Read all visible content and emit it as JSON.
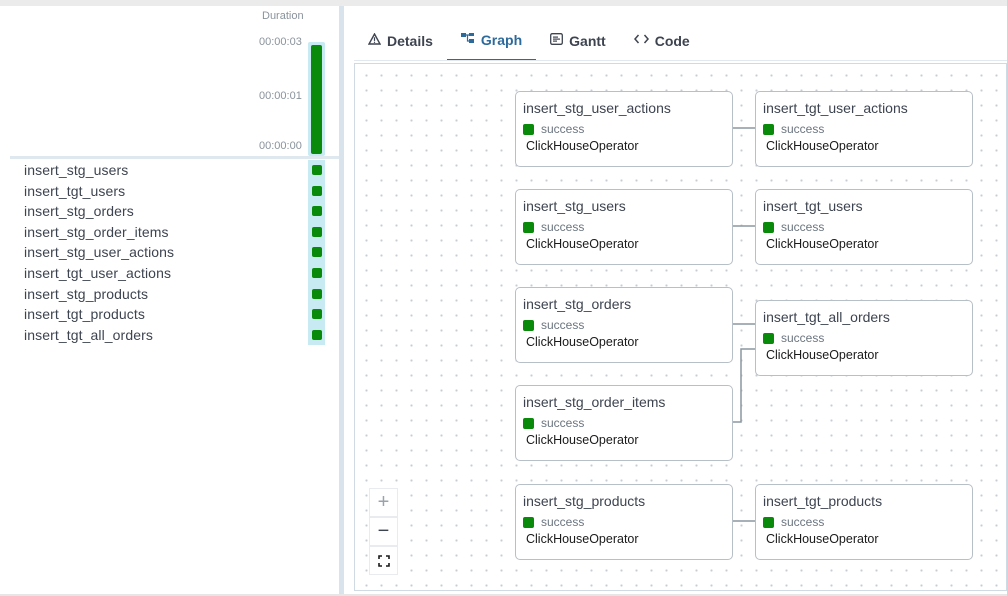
{
  "grid": {
    "duration_label": "Duration",
    "ticks": [
      "00:00:03",
      "00:00:01",
      "00:00:00"
    ],
    "tasks": [
      "insert_stg_users",
      "insert_tgt_users",
      "insert_stg_orders",
      "insert_stg_order_items",
      "insert_stg_user_actions",
      "insert_tgt_user_actions",
      "insert_stg_products",
      "insert_tgt_products",
      "insert_tgt_all_orders"
    ]
  },
  "tabs": [
    {
      "label": "Details",
      "icon": "warning-triangle-icon"
    },
    {
      "label": "Graph",
      "icon": "graph-icon"
    },
    {
      "label": "Gantt",
      "icon": "gantt-icon"
    },
    {
      "label": "Code",
      "icon": "code-icon"
    }
  ],
  "active_tab": "Graph",
  "graph": {
    "nodes": [
      {
        "title": "insert_stg_user_actions",
        "state": "success",
        "operator": "ClickHouseOperator"
      },
      {
        "title": "insert_tgt_user_actions",
        "state": "success",
        "operator": "ClickHouseOperator"
      },
      {
        "title": "insert_stg_users",
        "state": "success",
        "operator": "ClickHouseOperator"
      },
      {
        "title": "insert_tgt_users",
        "state": "success",
        "operator": "ClickHouseOperator"
      },
      {
        "title": "insert_stg_orders",
        "state": "success",
        "operator": "ClickHouseOperator"
      },
      {
        "title": "insert_tgt_all_orders",
        "state": "success",
        "operator": "ClickHouseOperator"
      },
      {
        "title": "insert_stg_order_items",
        "state": "success",
        "operator": "ClickHouseOperator"
      },
      {
        "title": "insert_stg_products",
        "state": "success",
        "operator": "ClickHouseOperator"
      },
      {
        "title": "insert_tgt_products",
        "state": "success",
        "operator": "ClickHouseOperator"
      }
    ],
    "zoom": {
      "plus": "+",
      "minus": "−",
      "fit": "⛶"
    }
  },
  "colors": {
    "success": "#0a8a0a",
    "accent": "#2c6a9c"
  }
}
